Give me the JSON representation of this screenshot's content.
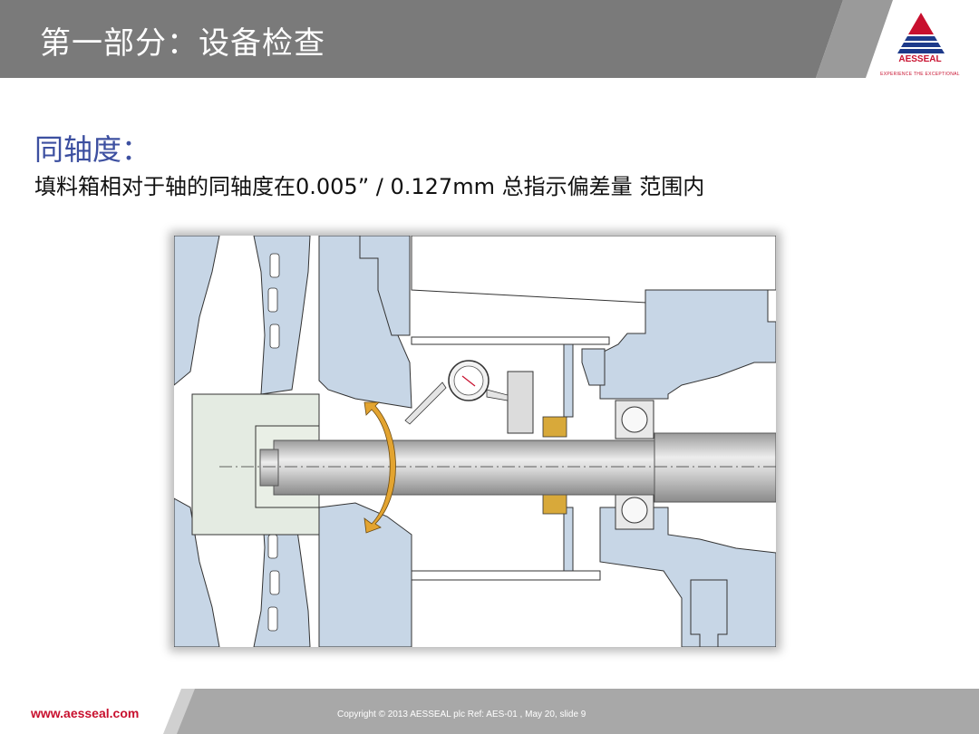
{
  "header": {
    "title": "第一部分：设备检查",
    "bar_color": "#7a7a7a"
  },
  "logo": {
    "word": "AESSEAL",
    "tagline": "EXPERIENCE THE EXCEPTIONAL",
    "brand_color": "#c8102e"
  },
  "content": {
    "title": "同轴度：",
    "body": "填料箱相对于轴的同轴度在0.005” / 0.127mm 总指示偏差量 范围内",
    "title_color": "#3c4fa0"
  },
  "figure": {
    "icon": "pump-shaft-concentricity-diagram",
    "housing_color": "#c7d6e6"
  },
  "footer": {
    "url": "www.aesseal.com",
    "copyright": "Copyright © 2013 AESSEAL plc Ref: AES-01 , May 20, slide 9"
  }
}
